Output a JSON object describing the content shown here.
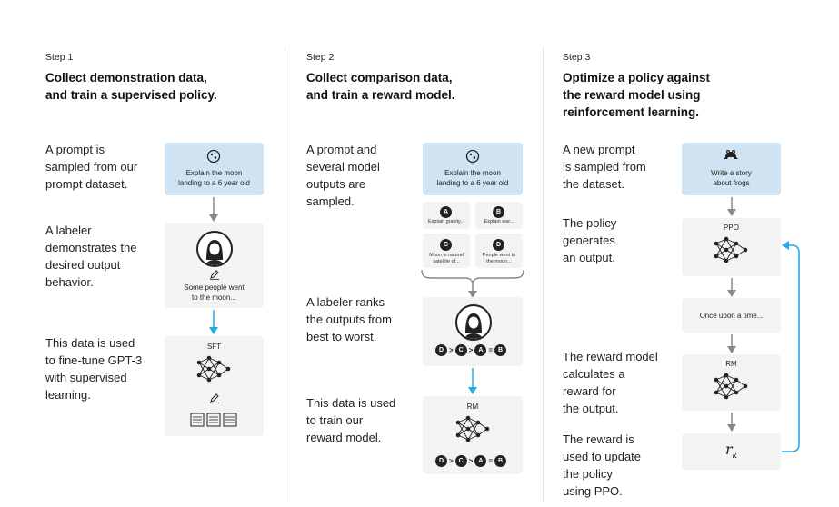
{
  "steps": [
    {
      "label": "Step 1",
      "title": [
        "Collect demonstration data,",
        "and train a supervised policy."
      ],
      "desc": [
        [
          "A prompt is",
          "sampled from our",
          "prompt dataset."
        ],
        [
          "A labeler",
          "demonstrates the",
          "desired output",
          "behavior."
        ],
        [
          "This data is used",
          "to fine-tune GPT-3",
          "with supervised",
          "learning."
        ]
      ],
      "prompt": [
        "Explain the moon",
        "landing to a 6 year old"
      ],
      "demo_text": [
        "Some people went",
        "to the moon..."
      ],
      "model_label": "SFT"
    },
    {
      "label": "Step 2",
      "title": [
        "Collect comparison data,",
        "and train a reward model."
      ],
      "desc": [
        [
          "A prompt and",
          "several model",
          "outputs are",
          "sampled."
        ],
        [
          "A labeler ranks",
          "the outputs from",
          "best to worst."
        ],
        [
          "This data is used",
          "to train our",
          "reward model."
        ]
      ],
      "prompt": [
        "Explain the moon",
        "landing to a 6 year old"
      ],
      "outputs": [
        {
          "letter": "A",
          "text": [
            "Explain gravity..."
          ]
        },
        {
          "letter": "B",
          "text": [
            "Explain war..."
          ]
        },
        {
          "letter": "C",
          "text": [
            "Moon is natural",
            "satellite of..."
          ]
        },
        {
          "letter": "D",
          "text": [
            "People went to",
            "the moon..."
          ]
        }
      ],
      "ranking": [
        "D",
        ">",
        "C",
        ">",
        "A",
        "=",
        "B"
      ],
      "model_label": "RM"
    },
    {
      "label": "Step 3",
      "title": [
        "Optimize a policy against",
        "the reward model using",
        "reinforcement learning."
      ],
      "desc": [
        [
          "A new prompt",
          "is sampled from",
          "the dataset."
        ],
        [
          "The policy",
          "generates",
          "an output."
        ],
        [
          "The reward model",
          "calculates a",
          "reward for",
          "the output."
        ],
        [
          "The reward is",
          "used to update",
          "the policy",
          "using PPO."
        ]
      ],
      "prompt": [
        "Write a story",
        "about frogs"
      ],
      "policy_label": "PPO",
      "output_text": "Once upon a time...",
      "rm_label": "RM",
      "reward_symbol": "r",
      "reward_sub": "k"
    }
  ],
  "colors": {
    "prompt_box": "#cfe3f2",
    "card": "#f3f3f3",
    "blue_arrow": "#2aa7e6",
    "gray_arrow": "#888888"
  }
}
